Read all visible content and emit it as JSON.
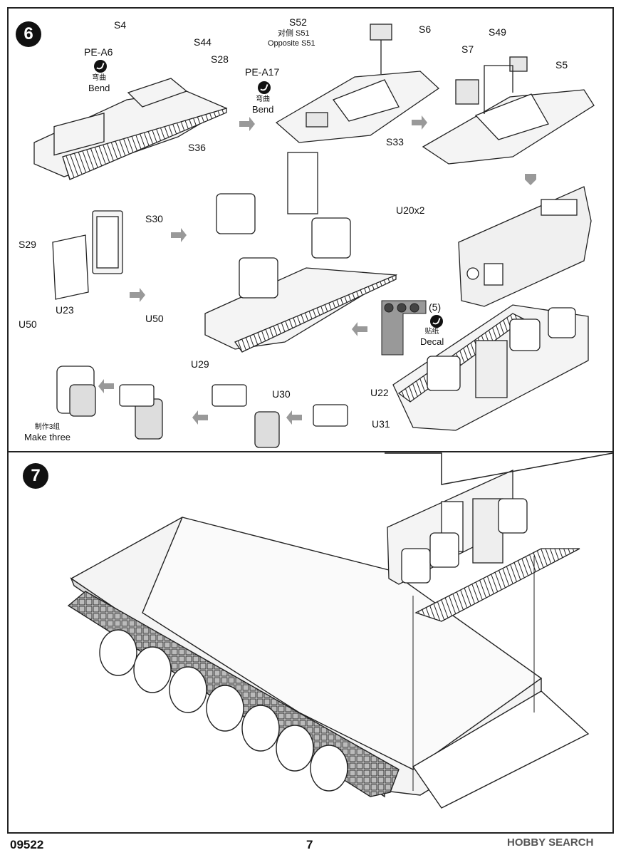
{
  "footer": {
    "product_code": "09522",
    "page_number": "7",
    "watermark": "HOBBY SEARCH"
  },
  "steps": [
    {
      "number": "6"
    },
    {
      "number": "7"
    }
  ],
  "labels": {
    "s4": "S4",
    "pe_a6": "PE-A6",
    "s44": "S44",
    "s28": "S28",
    "s36": "S36",
    "s52": "S52",
    "s51_cn": "对侧 S51",
    "s51_en": "Opposite S51",
    "pe_a17": "PE-A17",
    "s33": "S33",
    "s6": "S6",
    "s49": "S49",
    "s7": "S7",
    "s5": "S5",
    "s30": "S30",
    "s29": "S29",
    "u20": "U20x2",
    "u23": "U23",
    "u50_left": "U50",
    "u50_right": "U50",
    "u29": "U29",
    "u30": "U30",
    "u22": "U22",
    "u31": "U31",
    "decal_num": "(5)"
  },
  "notes": {
    "bend1_cn": "弯曲",
    "bend1_en": "Bend",
    "bend2_cn": "弯曲",
    "bend2_en": "Bend",
    "decal_cn": "贴纸",
    "decal_en": "Decal",
    "make_cn": "制作3组",
    "make_en": "Make three"
  }
}
